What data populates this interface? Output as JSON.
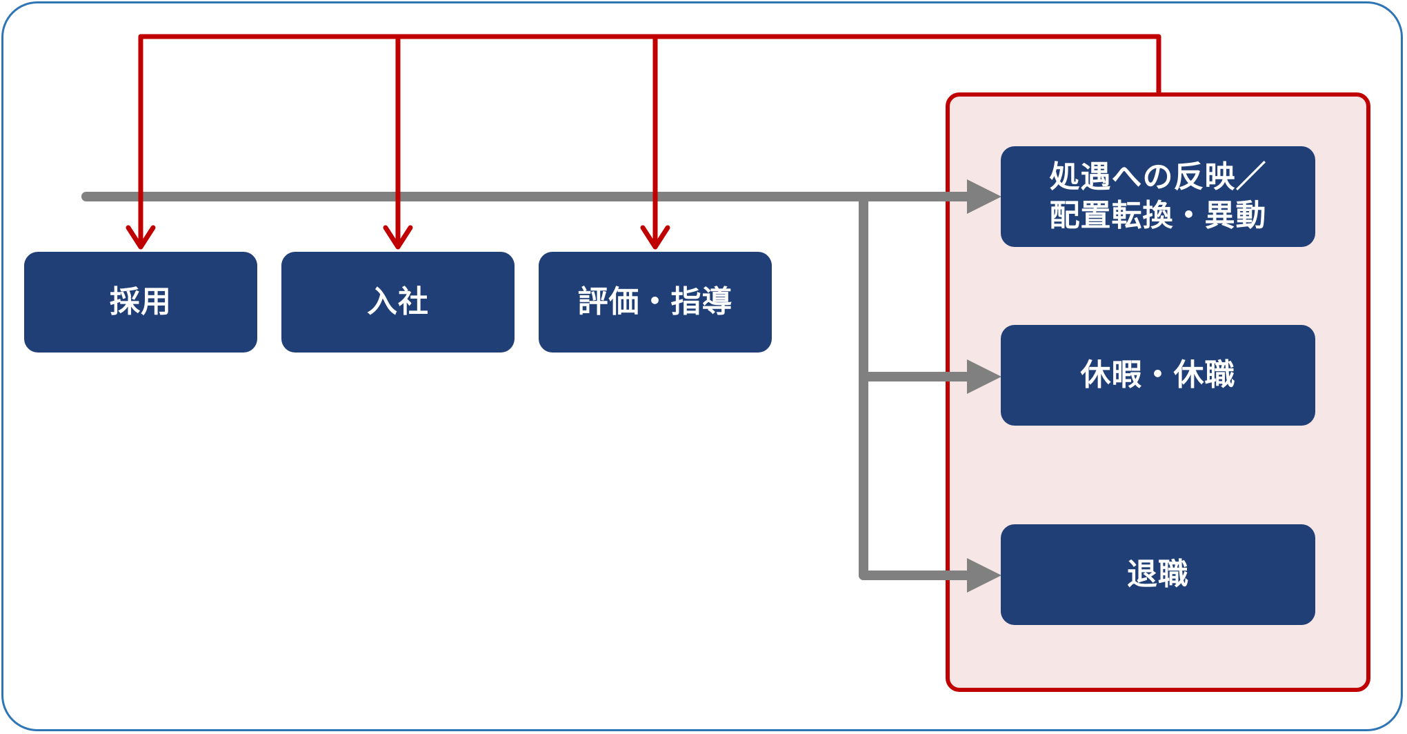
{
  "colors": {
    "frame_border": "#2e75b6",
    "box_fill": "#203f77",
    "box_text": "#ffffff",
    "feedback_arrow": "#c00000",
    "flow_arrow": "#808080",
    "panel_fill": "#f6e6e6",
    "panel_border": "#c00000"
  },
  "stages": [
    {
      "label": "採用"
    },
    {
      "label": "入社"
    },
    {
      "label": "評価・指導"
    }
  ],
  "outcomes": [
    {
      "line1": "処遇への反映／",
      "line2": "配置転換・異動"
    },
    {
      "label": "休暇・休職"
    },
    {
      "label": "退職"
    }
  ]
}
